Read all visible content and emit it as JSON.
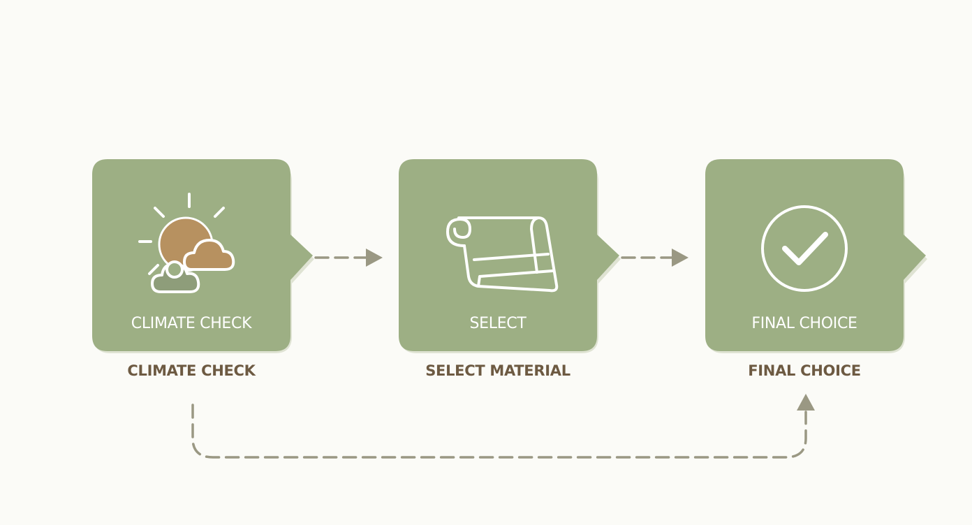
{
  "palette": {
    "card": "#9daf84",
    "card_shadow": "#dfe3d3",
    "connector": "#9a9883",
    "caption": "#6d5a42",
    "sun": "#b79160",
    "icon_line": "#ffffff"
  },
  "steps": [
    {
      "inner_label": "CLIMATE CHECK",
      "caption": "CLIMATE CHECK",
      "icon": "sun-cloud-icon"
    },
    {
      "inner_label": "SELECT",
      "caption": "SELECT MATERIAL",
      "icon": "fabric-roll-icon"
    },
    {
      "inner_label": "FINAL CHOICE",
      "caption": "FINAL CHOICE",
      "icon": "check-circle-icon"
    }
  ],
  "connectors": [
    {
      "from": "CLIMATE CHECK",
      "to": "SELECT",
      "style": "dashed-arrow"
    },
    {
      "from": "SELECT",
      "to": "FINAL CHOICE",
      "style": "dashed-arrow"
    },
    {
      "from": "CLIMATE CHECK",
      "to": "FINAL CHOICE",
      "style": "dashed-arrow-bypass"
    }
  ]
}
